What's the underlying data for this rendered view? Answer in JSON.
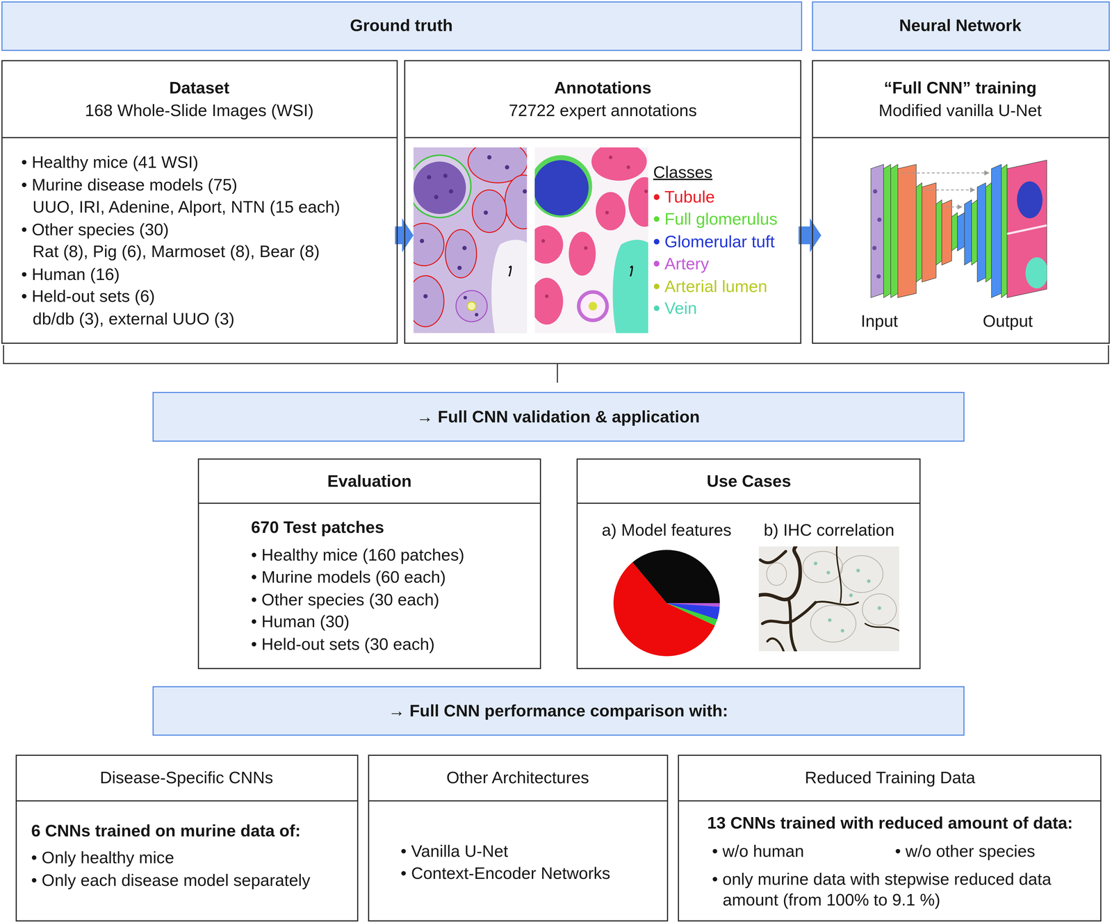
{
  "diagram": {
    "nodes": [
      {
        "text": [
          "Ground truth"
        ]
      },
      {
        "text": [
          "Neural Network"
        ]
      },
      {
        "text": [
          "Dataset",
          "168 Whole-Slide Images (WSI)",
          "• Healthy mice (41 WSI)",
          "• Murine disease models (75)",
          "UUO, IRI, Adenine, Alport, NTN (15 each)",
          "• Other species (30)",
          "Rat (8), Pig (6), Marmoset (8), Bear (8)",
          "• Human (16)",
          "• Held-out sets (6)",
          "db/db (3), external UUO (3)"
        ]
      },
      {
        "text": [
          "Annotations",
          "72722 expert annotations"
        ]
      },
      {
        "text": [
          "“Full CNN” training",
          "Modified vanilla U-Net"
        ]
      },
      {
        "text": [
          "→ Full CNN validation & application"
        ]
      },
      {
        "text": [
          "Evaluation",
          "670 Test patches",
          "• Healthy mice (160 patches)",
          "• Murine models (60 each)",
          "• Other species (30 each)",
          "• Human (30)",
          "• Held-out sets (30 each)"
        ]
      },
      {
        "text": [
          "Use Cases",
          "a) Model features",
          "b) IHC correlation"
        ]
      },
      {
        "text": [
          "→ Full CNN performance comparison with:"
        ]
      },
      {
        "text": [
          "Disease-Specific CNNs",
          "6 CNNs trained on murine data of:",
          "• Only healthy mice",
          "• Only each disease model separately"
        ]
      },
      {
        "text": [
          "Other Architectures",
          "• Vanilla U-Net",
          "• Context-Encoder Networks"
        ]
      },
      {
        "text": [
          "Reduced Training Data",
          "13 CNNs trained with reduced amount of data:",
          "• w/o human",
          "• w/o other species",
          "• only murine data with stepwise reduced data amount (from 100% to 9.1 %)"
        ]
      }
    ],
    "edges": [
      {
        "from": 2,
        "to": 3,
        "arrow": "to"
      },
      {
        "from": 3,
        "to": 4,
        "arrow": "to"
      }
    ],
    "labels": [
      "Classes",
      "Input",
      "Output"
    ],
    "legend": [
      {
        "text": "Tubule",
        "color": "#ea1c24"
      },
      {
        "text": "Full glomerulus",
        "color": "#5ed93a"
      },
      {
        "text": "Glomerular tuft",
        "color": "#2236d8"
      },
      {
        "text": "Artery",
        "color": "#c45ad8"
      },
      {
        "text": "Arterial lumen",
        "color": "#b9c923"
      },
      {
        "text": "Vein",
        "color": "#4fd6b4"
      }
    ]
  }
}
